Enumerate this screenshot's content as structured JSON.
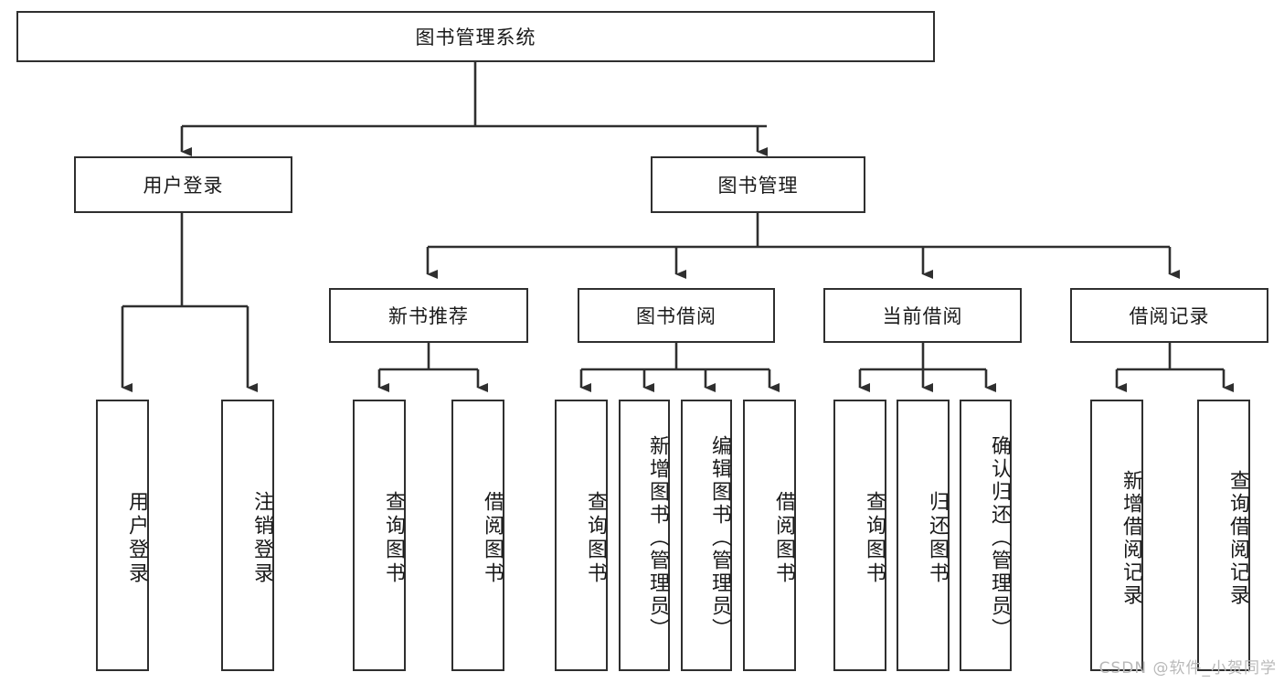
{
  "diagram": {
    "title": "图书管理系统",
    "root": {
      "label": "图书管理系统"
    },
    "level2": [
      {
        "label": "用户登录"
      },
      {
        "label": "图书管理"
      }
    ],
    "level3": [
      {
        "label": "新书推荐"
      },
      {
        "label": "图书借阅"
      },
      {
        "label": "当前借阅"
      },
      {
        "label": "借阅记录"
      }
    ],
    "leaves": {
      "user_login": [
        {
          "label": "用户登录"
        },
        {
          "label": "注销登录"
        }
      ],
      "new_book_recommend": [
        {
          "label": "查询图书"
        },
        {
          "label": "借阅图书"
        }
      ],
      "book_borrow": [
        {
          "label": "查询图书"
        },
        {
          "label": "新增图书（管理员）"
        },
        {
          "label": "编辑图书（管理员）"
        },
        {
          "label": "借阅图书"
        }
      ],
      "current_borrow": [
        {
          "label": "查询图书"
        },
        {
          "label": "归还图书"
        },
        {
          "label": "确认归还（管理员）"
        }
      ],
      "borrow_record": [
        {
          "label": "新增借阅记录"
        },
        {
          "label": "查询借阅记录"
        }
      ]
    }
  },
  "watermark": {
    "text": "CSDN @软件_小贺同学"
  },
  "colors": {
    "stroke": "#2f2f2f",
    "background": "#ffffff",
    "text": "#1a1a1a",
    "watermark": "#b9b9b9"
  }
}
